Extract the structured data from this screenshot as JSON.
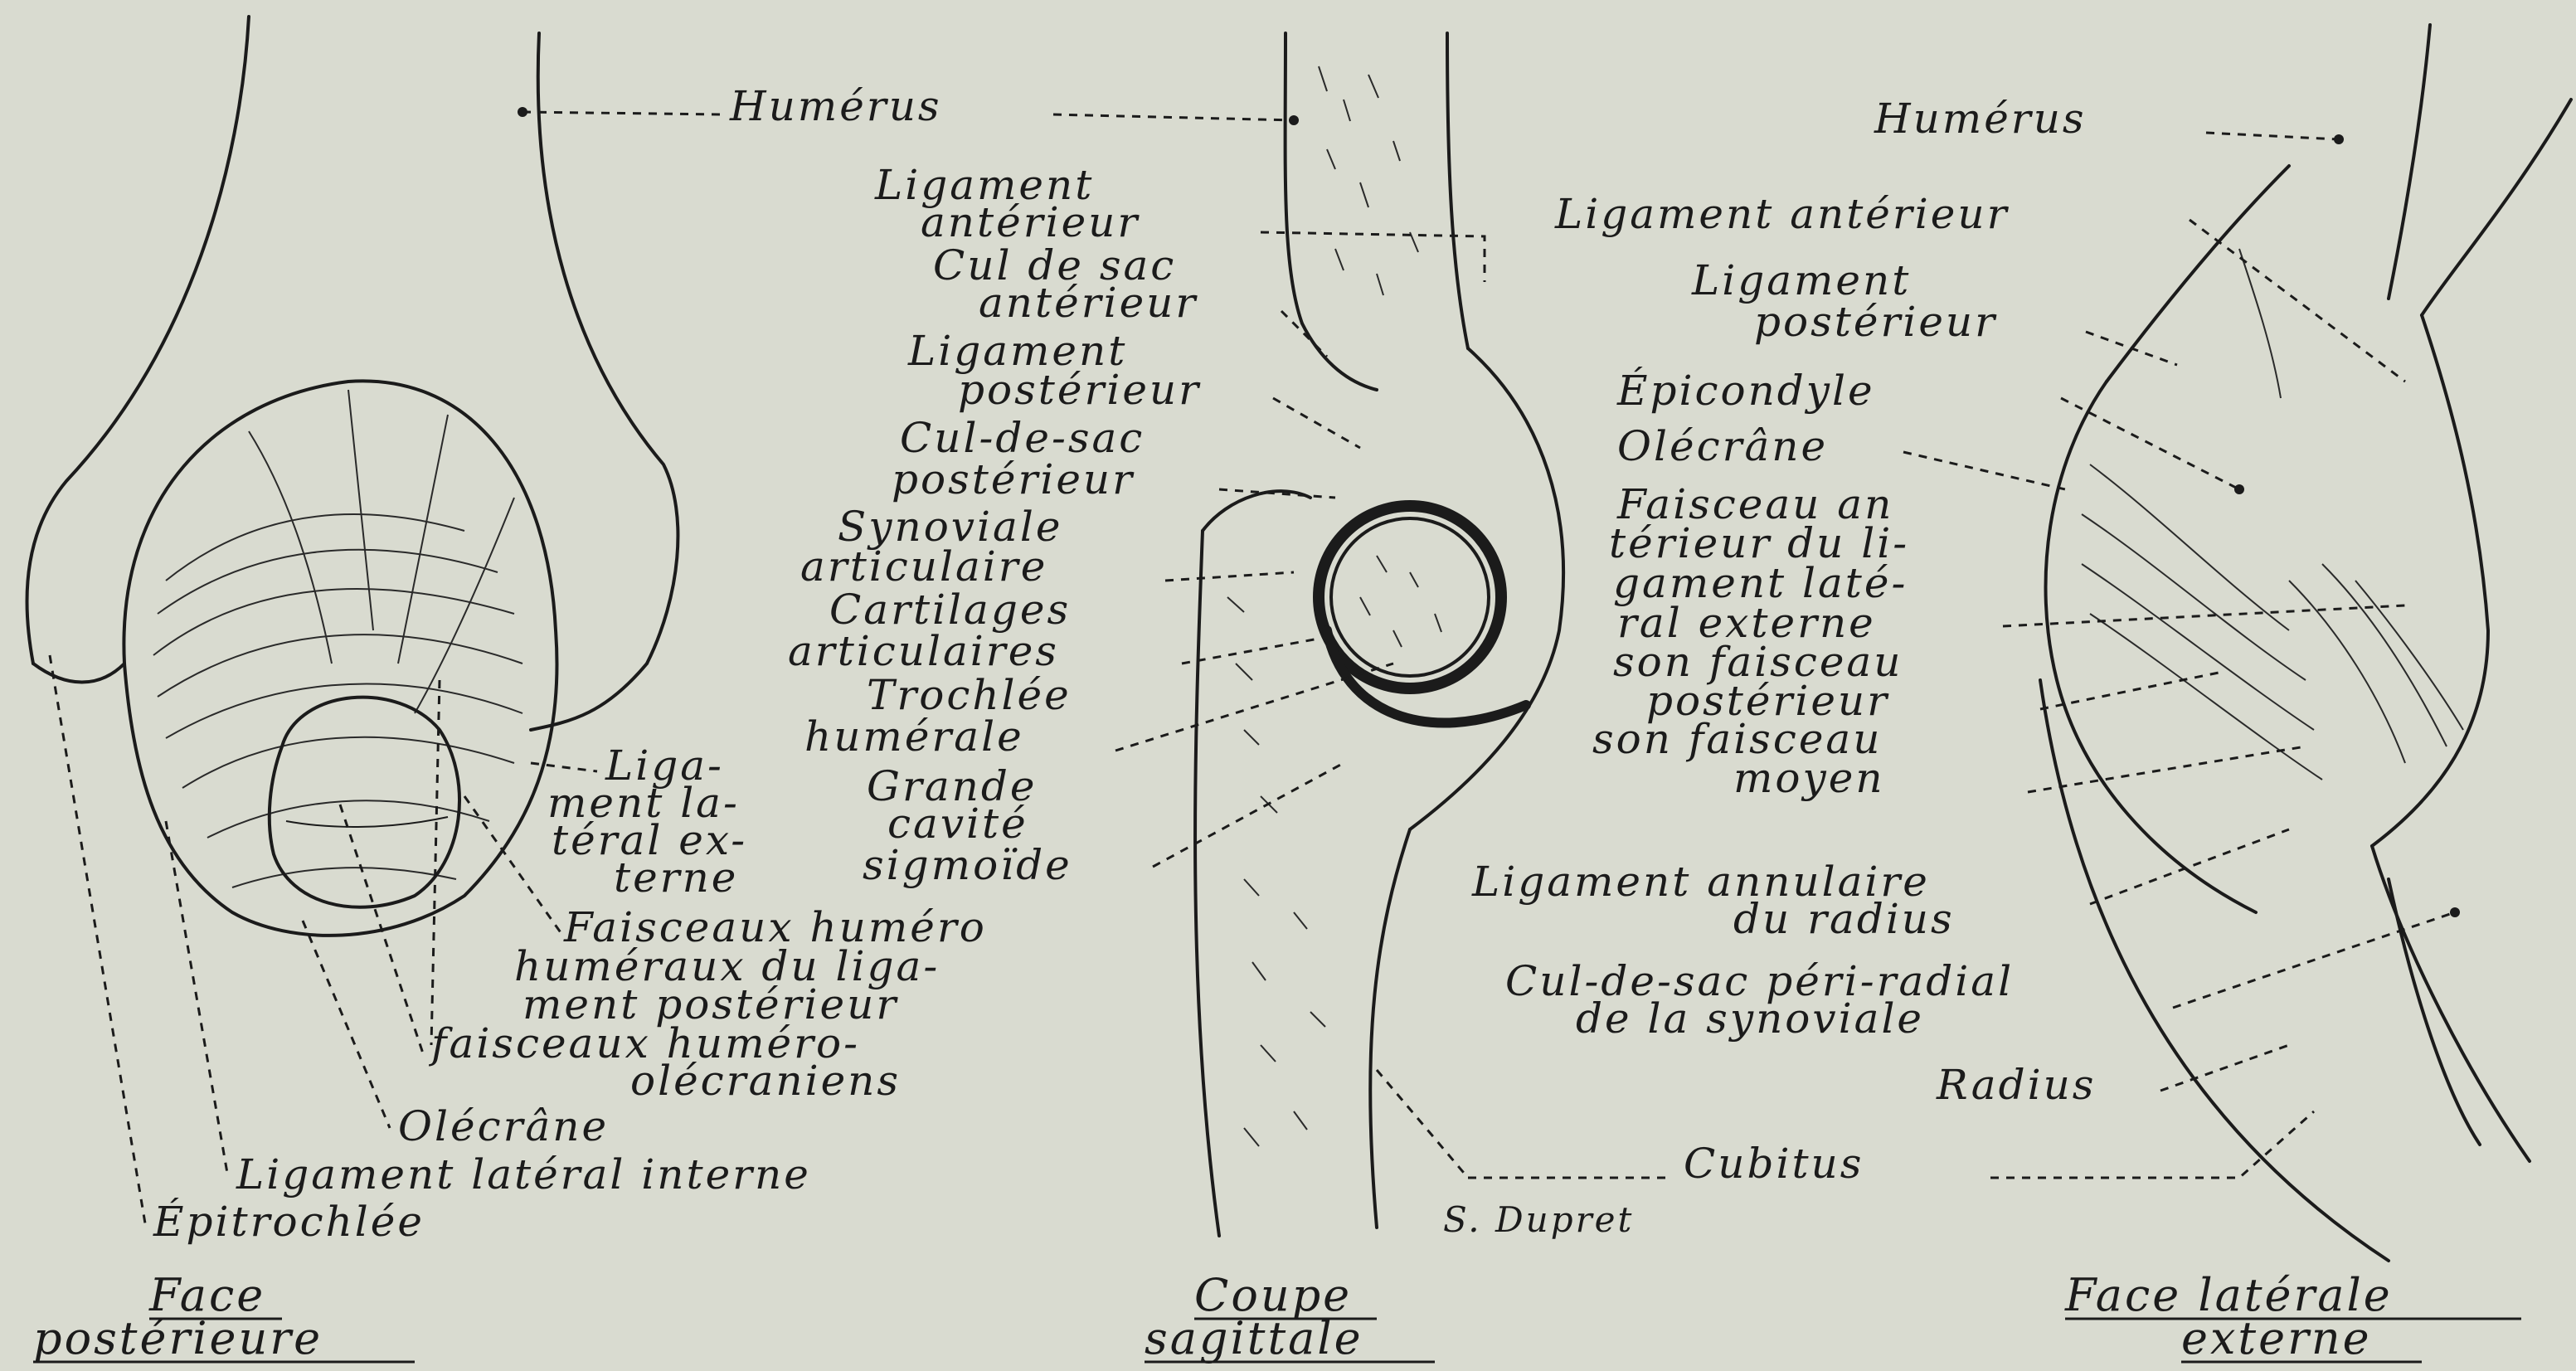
{
  "panels": {
    "left": {
      "caption": [
        "Face",
        "postérieure"
      ],
      "labels": {
        "humerus": "Humérus",
        "ligament_lateral_externe": [
          "Liga-",
          "ment la-",
          "téral ex-",
          "terne"
        ],
        "faisceaux_humero_humeraux": [
          "Faisceaux huméro",
          "huméraux du liga-",
          "ment postérieur"
        ],
        "faisceaux_humero_olecraniens": [
          "faisceaux huméro-",
          "olécraniens"
        ],
        "olecrane": "Olécrâne",
        "ligament_lateral_interne": "Ligament latéral interne",
        "epitrochlee": "Épitrochlée"
      }
    },
    "middle": {
      "caption": [
        "Coupe",
        "sagittale"
      ],
      "labels": {
        "ligament_anterieur": [
          "Ligament",
          "antérieur"
        ],
        "cul_de_sac_anterieur": [
          "Cul de sac",
          "antérieur"
        ],
        "ligament_posterieur": [
          "Ligament",
          "postérieur"
        ],
        "cul_de_sac_posterieur": [
          "Cul-de-sac",
          "postérieur"
        ],
        "synoviale_articulaire": [
          "Synoviale",
          "articulaire"
        ],
        "cartilages_articulaires": [
          "Cartilages",
          "articulaires"
        ],
        "trochlee_humerale": [
          "Trochlée",
          "humérale"
        ],
        "grande_cavite_sigmoide": [
          "Grande",
          "cavité",
          "sigmoïde"
        ]
      },
      "signature": "S. Dupret"
    },
    "right": {
      "caption": [
        "Face latérale",
        "externe"
      ],
      "labels": {
        "humerus": "Humérus",
        "ligament_anterieur": "Ligament antérieur",
        "ligament_posterieur": [
          "Ligament",
          "postérieur"
        ],
        "epicondyle": "Épicondyle",
        "olecrane": "Olécrâne",
        "faisceau_anterieur": [
          "Faisceau an",
          "térieur du li-",
          "gament laté-",
          "ral externe"
        ],
        "faisceau_posterieur": [
          "son faisceau",
          "postérieur"
        ],
        "faisceau_moyen": [
          "son faisceau",
          "moyen"
        ],
        "ligament_annulaire": [
          "Ligament annulaire",
          "du radius"
        ],
        "cul_de_sac_peri_radial": [
          "Cul-de-sac péri-radial",
          "de la synoviale"
        ],
        "radius": "Radius",
        "cubitus": "Cubitus"
      }
    }
  },
  "colors": {
    "paper": "#d9dbd0",
    "ink": "#1b1b1b"
  }
}
